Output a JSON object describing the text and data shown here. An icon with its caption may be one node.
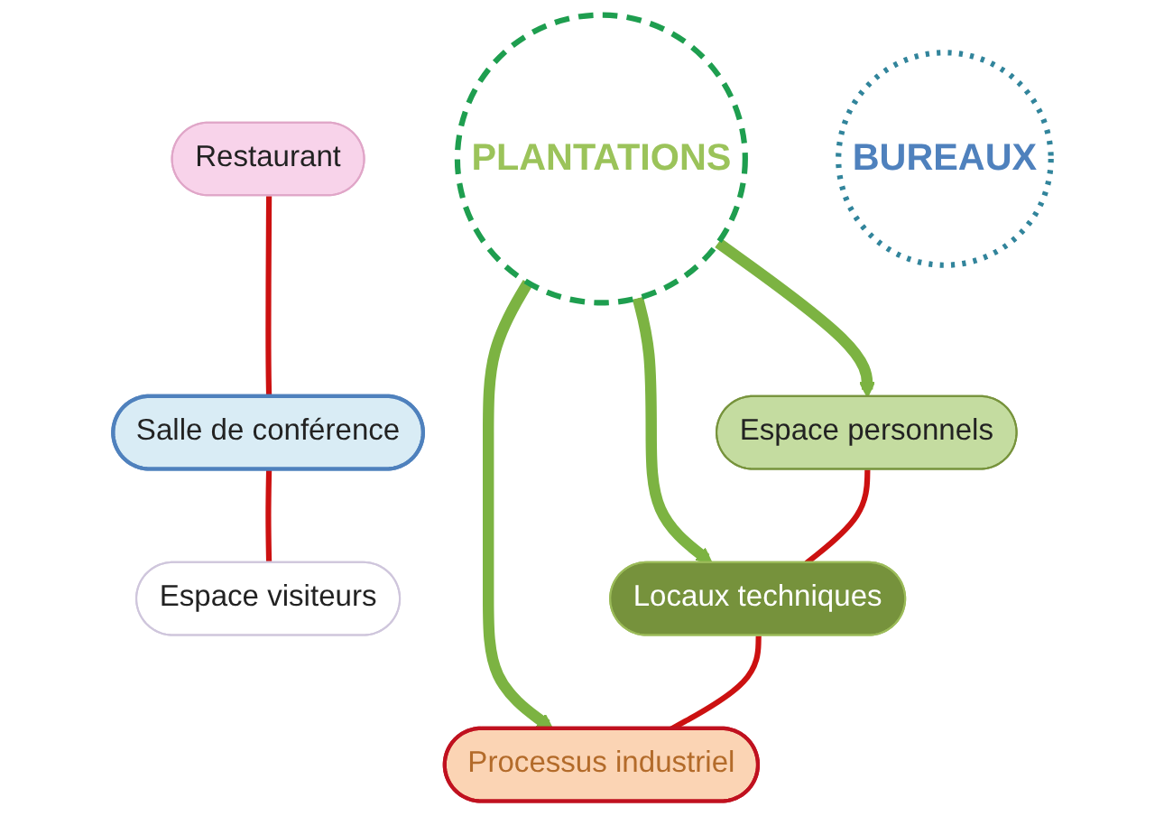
{
  "diagram": {
    "nodes": [
      {
        "text": [
          "PLANTATIONS"
        ]
      },
      {
        "text": [
          "Restaurant"
        ]
      },
      {
        "text": [
          "Salle de conférence"
        ]
      },
      {
        "text": [
          "Espace visiteurs"
        ]
      },
      {
        "text": [
          "Espace personnels"
        ]
      },
      {
        "text": [
          "Locaux techniques"
        ]
      },
      {
        "text": [
          "Processus industriel"
        ]
      },
      {
        "text": [
          "BUREAUX"
        ]
      }
    ],
    "edges": [
      {
        "from": 1,
        "to": 2,
        "arrow": "none"
      },
      {
        "from": 2,
        "to": 3,
        "arrow": "none"
      },
      {
        "from": 0,
        "to": 4,
        "arrow": "to",
        "style": "thick",
        "color": "#7cb342"
      },
      {
        "from": 0,
        "to": 5,
        "arrow": "to",
        "style": "thick",
        "color": "#7cb342"
      },
      {
        "from": 0,
        "to": 6,
        "arrow": "to",
        "style": "thick",
        "color": "#7cb342"
      },
      {
        "from": 4,
        "to": 5,
        "arrow": "none"
      },
      {
        "from": 5,
        "to": 6,
        "arrow": "none"
      }
    ]
  }
}
